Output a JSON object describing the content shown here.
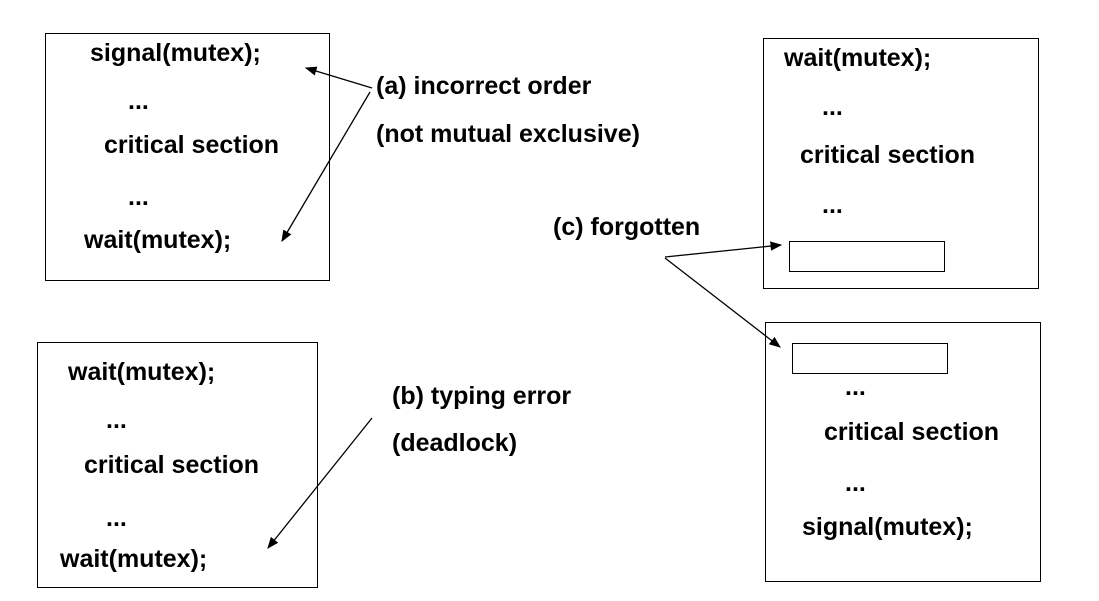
{
  "box_a": {
    "lines": [
      "signal(mutex);",
      "...",
      "critical section",
      "...",
      "wait(mutex);"
    ]
  },
  "box_b": {
    "lines": [
      "wait(mutex);",
      "...",
      "critical section",
      "...",
      "wait(mutex);"
    ]
  },
  "box_c1": {
    "lines": [
      "wait(mutex);",
      "...",
      "critical section",
      "..."
    ]
  },
  "box_c2": {
    "lines": [
      "...",
      "critical section",
      "...",
      "signal(mutex);"
    ]
  },
  "labels": {
    "a_line1": "(a) incorrect order",
    "a_line2": "(not mutual exclusive)",
    "b_line1": "(b) typing error",
    "b_line2": "(deadlock)",
    "c_line1": "(c) forgotten"
  }
}
